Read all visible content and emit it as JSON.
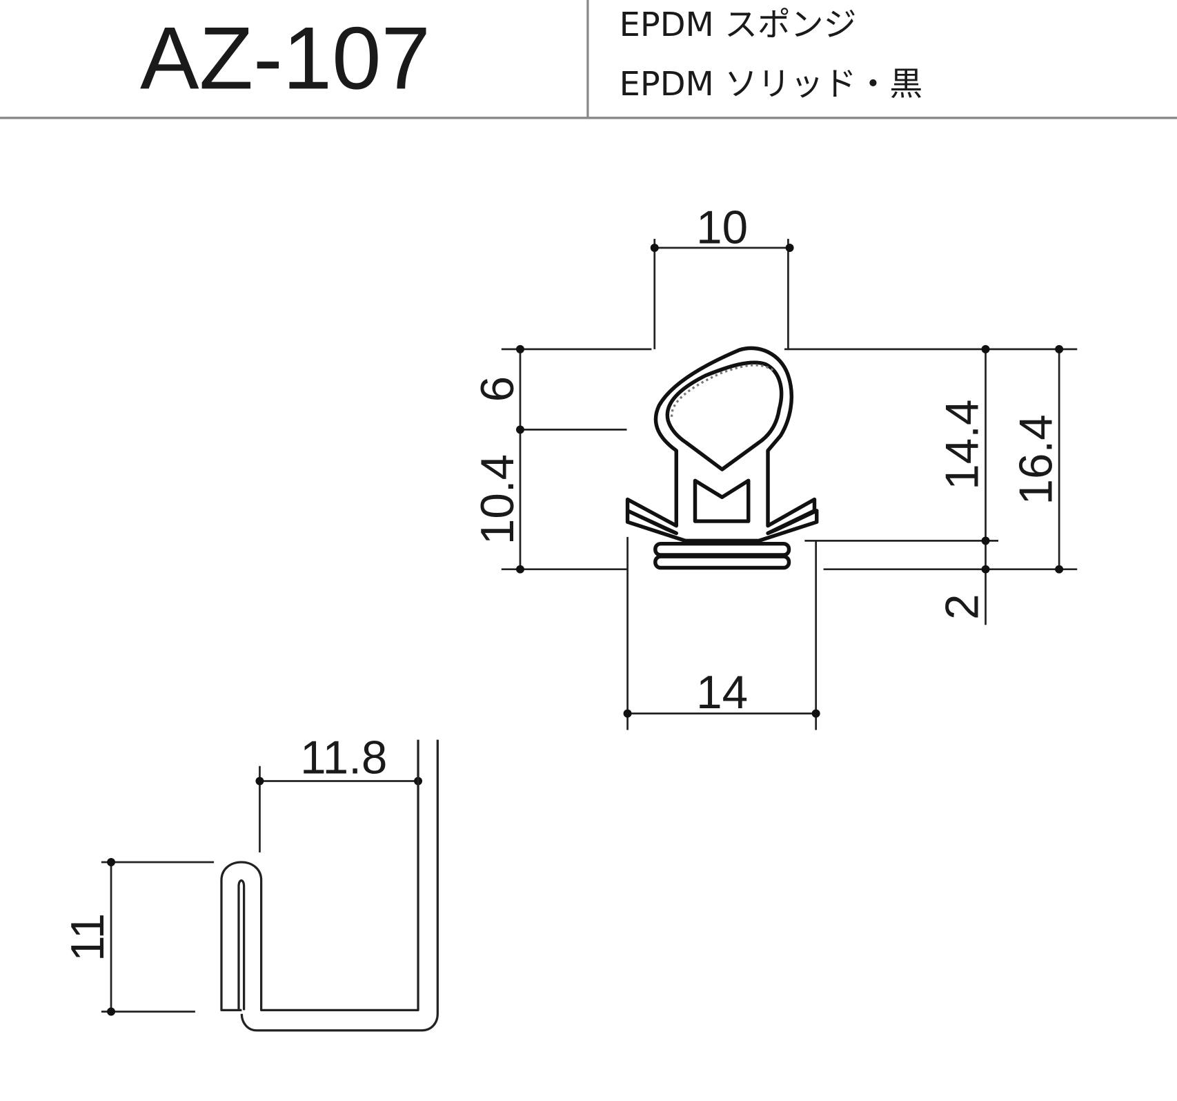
{
  "header": {
    "title": "AZ-107",
    "materials": [
      "EPDM スポンジ",
      "EPDM ソリッド・黒"
    ]
  },
  "seal_dimensions": {
    "top_width": "10",
    "bottom_width": "14",
    "bulb_height": "6",
    "lower_height": "10.4",
    "body_height": "14.4",
    "total_height": "16.4",
    "tape_thickness": "2"
  },
  "clip_dimensions": {
    "width": "11.8",
    "height": "11"
  }
}
